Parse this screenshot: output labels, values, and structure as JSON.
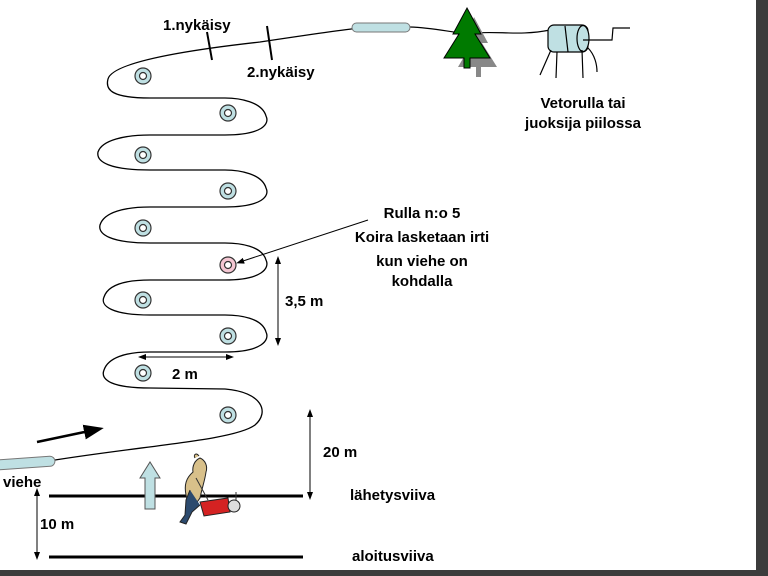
{
  "labels": {
    "first_jerk": "1.nykäisy",
    "second_jerk": "2.nykäisy",
    "reel_note_line1": "Vetorulla tai",
    "reel_note_line2": "juoksija piilossa",
    "pulley_note_line1": "Rulla n:o 5",
    "pulley_note_line2": "Koira lasketaan irti",
    "pulley_note_line3": "kun viehe on",
    "pulley_note_line4": "kohdalla",
    "vertical_spacing": "3,5 m",
    "horizontal_spacing": "2 m",
    "distance_to_first_pulley": "20 m",
    "lure": "viehe",
    "release_line": "lähetysviiva",
    "start_distance": "10 m",
    "start_line": "aloitusviiva"
  },
  "colors": {
    "pulley": "#bfe0e3",
    "highlighted_pulley": "#f4c6d2",
    "tree": "#007a00",
    "lure": "#bfe0e3"
  },
  "icons": [
    "pulley-icon",
    "tree-icon",
    "reel-icon",
    "lure-icon",
    "dog-and-handler-icon",
    "up-arrow-icon"
  ]
}
